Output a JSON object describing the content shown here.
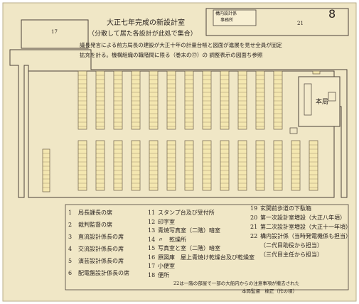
{
  "page_number": "8",
  "heading": {
    "line1": "大正七年完成の新設計室",
    "line2": "（分散して居た各設計が此処で集合）"
  },
  "description": {
    "line1": "議長発言による前方局長の建設が大正十年の計量台帳と図面が進展を見せ全員が固定",
    "line2": "拡充を計る。機構組織の職階間に限る（巻末の⑰）の 調整表示の図面ち参照"
  },
  "stamp_text": {
    "line1": "構内設計係",
    "line2": "事務所"
  },
  "box_labels": {
    "top_left": "17",
    "top_right": "21"
  },
  "building_label": "本局",
  "legend": {
    "col1": [
      {
        "num": "1",
        "text": "局長課長の席"
      },
      {
        "num": "2",
        "text": "裁判監督の席"
      },
      {
        "num": "3",
        "text": "直流設計係長の席"
      },
      {
        "num": "4",
        "text": "交流設計係長の席"
      },
      {
        "num": "5",
        "text": "演芸設計係長の席"
      },
      {
        "num": "6",
        "text": "配電盤設計係長の席"
      }
    ],
    "col2": [
      {
        "num": "11",
        "text": "スタンプ台及び受付所"
      },
      {
        "num": "12",
        "text": "印字室"
      },
      {
        "num": "13",
        "text": "青焼写真室（二階）暗室"
      },
      {
        "num": "14",
        "text": "〃　乾燥所"
      },
      {
        "num": "15",
        "text": "写真室と室（二階）暗室"
      },
      {
        "num": "16",
        "text": "原図庫　屋上青焼け乾燥台及び乾燥室"
      },
      {
        "num": "17",
        "text": "小便室"
      },
      {
        "num": "18",
        "text": "便所"
      }
    ],
    "col3": [
      {
        "num": "19",
        "text": "玄関前歩道の下駄箱"
      },
      {
        "num": "20",
        "text": "第一次設計室増設（大正八年頃）"
      },
      {
        "num": "21",
        "text": "第二次設計室増設（大正十一年頃）"
      },
      {
        "num": "22",
        "text": "構内設計係（当時発電機係も担当）"
      },
      {
        "num": "",
        "text": "（二代目助役から担当）"
      },
      {
        "num": "",
        "text": "（三代目主任から担当）"
      }
    ],
    "footer": "22は一階の部屋で一部の大船内からの注意事項が撤去された",
    "signature": "本局監督　楠正（作の頃）"
  },
  "colors": {
    "paper": "#f0e7c6",
    "line": "#4b423a",
    "desk": "#f4e7b0",
    "desk_line": "#6d5f4c"
  }
}
